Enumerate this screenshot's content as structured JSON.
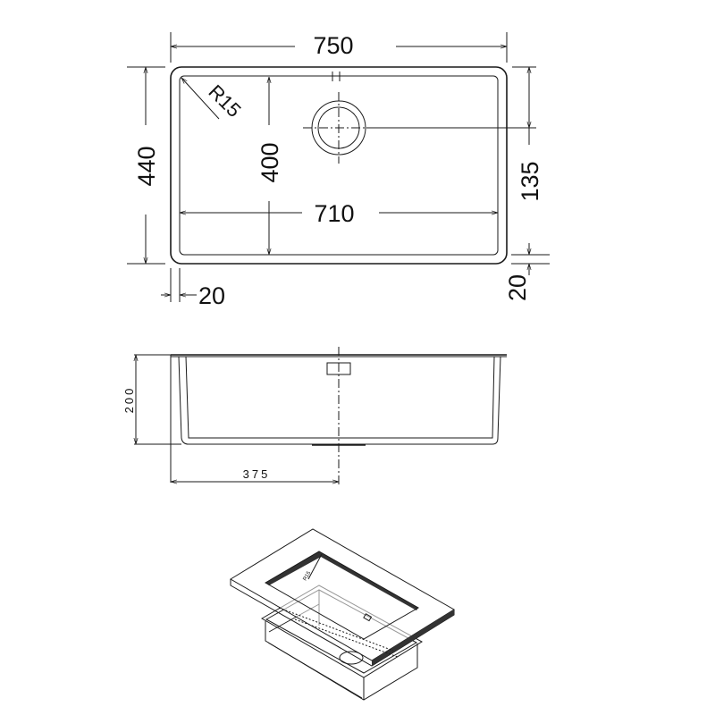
{
  "plan_view": {
    "overall_width": "750",
    "overall_depth": "440",
    "inner_width": "710",
    "inner_depth": "400",
    "corner_radius": "R15",
    "drain_offset": "135",
    "rim_left": "20",
    "rim_bottom": "20"
  },
  "side_view": {
    "depth": "200",
    "drain_center": "375"
  },
  "iso_view": {
    "corner_radius": "R15"
  },
  "colors": {
    "line": "#1a1a1a",
    "background": "#ffffff"
  }
}
